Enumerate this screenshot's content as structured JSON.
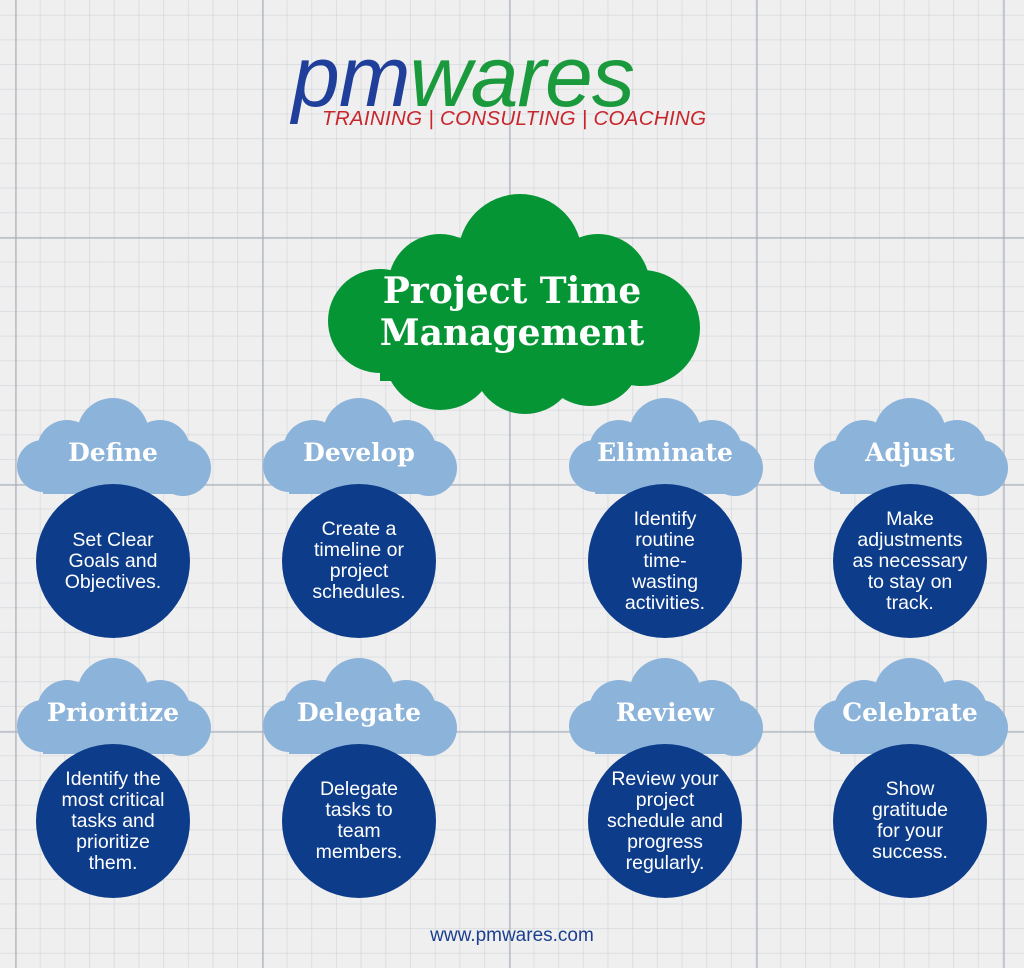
{
  "logo": {
    "word_part1": "pm",
    "word_part2": "wares",
    "tagline": "TRAINING | CONSULTING | COACHING"
  },
  "central": {
    "title": "Project Time\nManagement"
  },
  "steps": [
    {
      "title": "Define",
      "description": "Set Clear\nGoals and\nObjectives."
    },
    {
      "title": "Develop",
      "description": "Create a\ntimeline or\nproject\nschedules."
    },
    {
      "title": "Eliminate",
      "description": "Identify\nroutine\ntime-\nwasting\nactivities."
    },
    {
      "title": "Adjust",
      "description": "Make\nadjustments\nas necessary\nto stay on\ntrack."
    },
    {
      "title": "Prioritize",
      "description": "Identify the\nmost critical\ntasks and\nprioritize\nthem."
    },
    {
      "title": "Delegate",
      "description": "Delegate\ntasks to\nteam\nmembers."
    },
    {
      "title": "Review",
      "description": "Review your\nproject\nschedule and\nprogress\nregularly."
    },
    {
      "title": "Celebrate",
      "description": "Show\ngratitude\nfor your\nsuccess."
    }
  ],
  "footer": {
    "url": "www.pmwares.com"
  },
  "colors": {
    "logo_blue": "#1f3f9b",
    "logo_green": "#1a9a3c",
    "tagline_red": "#c8262d",
    "central_cloud": "#069535",
    "step_cloud": "#8cb3d9",
    "step_circle": "#0d3c8a",
    "footer_text": "#1b3f8f"
  }
}
